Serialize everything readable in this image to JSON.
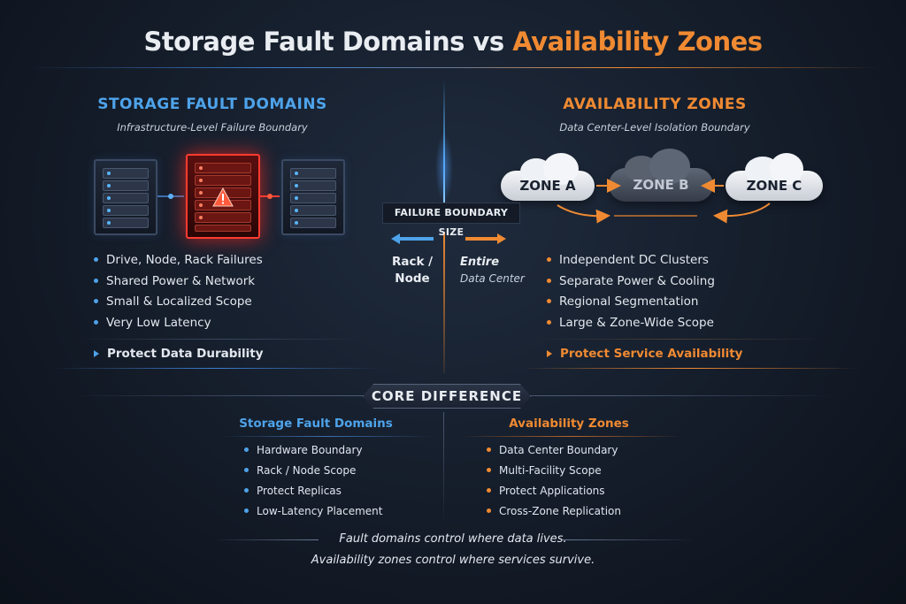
{
  "title": {
    "part1": "Storage Fault Domains",
    "part2": "vs",
    "part3": "Availability Zones"
  },
  "left": {
    "heading": "STORAGE FAULT DOMAINS",
    "subtitle": "Infrastructure-Level Failure Boundary",
    "items": [
      "Drive, Node, Rack Failures",
      "Shared Power & Network",
      "Small & Localized Scope",
      "Very Low Latency"
    ],
    "outcome": "Protect Data Durability"
  },
  "right": {
    "heading": "AVAILABILITY ZONES",
    "subtitle": "Data Center-Level Isolation Boundary",
    "zones": [
      "ZONE A",
      "ZONE B",
      "ZONE C"
    ],
    "items": [
      "Independent DC Clusters",
      "Separate Power & Cooling",
      "Regional Segmentation",
      "Large & Zone-Wide Scope"
    ],
    "outcome": "Protect Service Availability"
  },
  "middle": {
    "label": "FAILURE BOUNDARY SIZE",
    "left_text_1": "Rack /",
    "left_text_2": "Node",
    "right_text_1": "Entire",
    "right_text_2": "Data Center"
  },
  "core": {
    "label": "CORE DIFFERENCE",
    "left_heading": "Storage Fault Domains",
    "left_items": [
      "Hardware Boundary",
      "Rack / Node Scope",
      "Protect Replicas",
      "Low-Latency Placement"
    ],
    "right_heading": "Availability Zones",
    "right_items": [
      "Data Center Boundary",
      "Multi-Facility Scope",
      "Protect Applications",
      "Cross-Zone Replication"
    ]
  },
  "footer": {
    "line1": "Fault domains control where data lives.",
    "line2": "Availability zones control where services survive."
  },
  "colors": {
    "blue": "#4ea3ea",
    "orange": "#f08a32",
    "failed_server": "#ff3b30"
  },
  "icons": [
    "server-rack-icon",
    "warning-icon",
    "cloud-icon",
    "arrow-left-icon",
    "arrow-right-icon",
    "curved-arrow-icon"
  ]
}
